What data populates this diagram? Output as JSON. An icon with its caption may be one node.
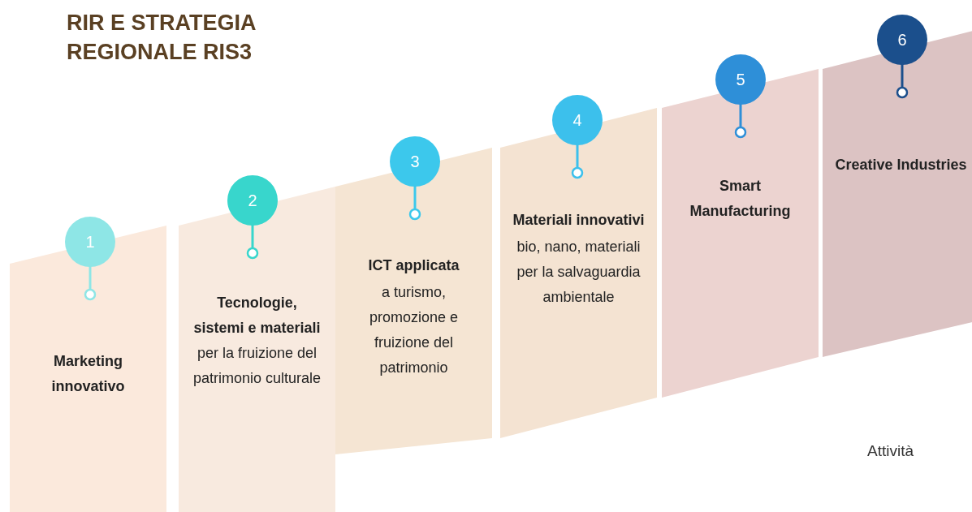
{
  "diagram": {
    "title": "RIR E STRATEGIA REGIONALE RIS3",
    "nodes": [
      {
        "text": [
          "Marketing innovativo"
        ]
      },
      {
        "text": [
          "**Tecnologie, sistemi e materiali** per la fruizione del patrimonio culturale"
        ]
      },
      {
        "text": [
          "ICT applicata",
          "a turismo, promozione e fruizione del patrimonio"
        ]
      },
      {
        "text": [
          "Materiali innovativi",
          "bio, nano, materiali per la salvaguardia ambientale"
        ]
      },
      {
        "text": [
          "Smart Manufacturing"
        ]
      },
      {
        "text": [
          "Creative Industries"
        ]
      },
      {
        "text": [
          "1"
        ]
      },
      {
        "text": [
          "2"
        ]
      },
      {
        "text": [
          "3"
        ]
      },
      {
        "text": [
          "4"
        ]
      },
      {
        "text": [
          "5"
        ]
      },
      {
        "text": [
          "6"
        ]
      }
    ],
    "labels": [
      "Attività"
    ]
  }
}
